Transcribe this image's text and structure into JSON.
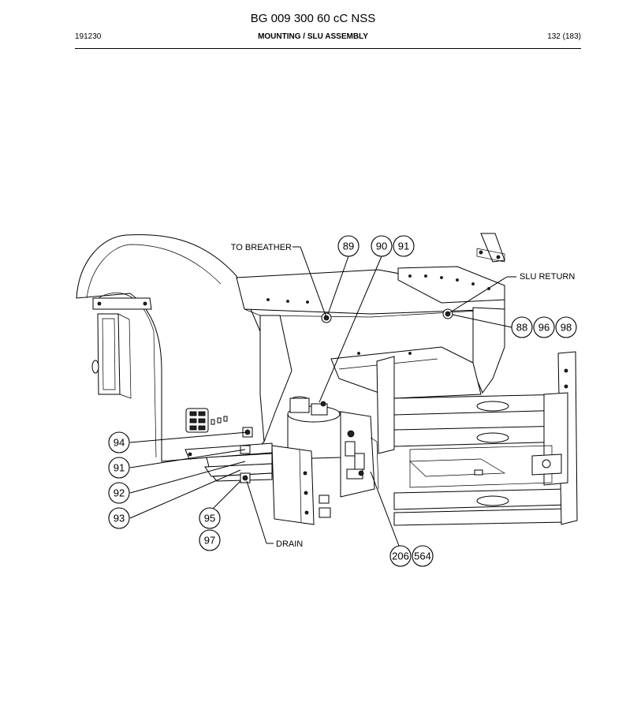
{
  "header": {
    "title": "BG 009 300 60 cC NSS",
    "left": "191230",
    "center": "MOUNTING / SLU ASSEMBLY",
    "right": "132 (183)"
  },
  "labels": {
    "to_breather": "TO BREATHER",
    "slu_return": "SLU RETURN",
    "drain": "DRAIN"
  },
  "callouts": {
    "c89": "89",
    "c90": "90",
    "c91a": "91",
    "c88": "88",
    "c96": "96",
    "c98": "98",
    "c94": "94",
    "c91b": "91",
    "c92": "92",
    "c93": "93",
    "c95": "95",
    "c97": "97",
    "c206": "206",
    "c564": "564"
  }
}
